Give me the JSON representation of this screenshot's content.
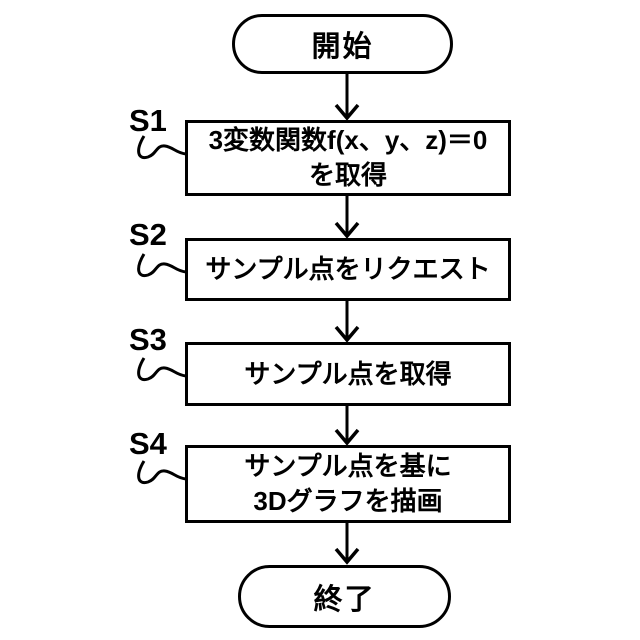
{
  "flowchart": {
    "start": {
      "label": "開始"
    },
    "end": {
      "label": "終了"
    },
    "steps": [
      {
        "id": "S1",
        "lines": [
          "3変数関数f(x、y、z)＝0",
          "を取得"
        ]
      },
      {
        "id": "S2",
        "lines": [
          "サンプル点をリクエスト"
        ]
      },
      {
        "id": "S3",
        "lines": [
          "サンプル点を取得"
        ]
      },
      {
        "id": "S4",
        "lines": [
          "サンプル点を基に",
          "3Dグラフを描画"
        ]
      }
    ],
    "colors": {
      "line": "#000000",
      "background": "#ffffff"
    }
  }
}
